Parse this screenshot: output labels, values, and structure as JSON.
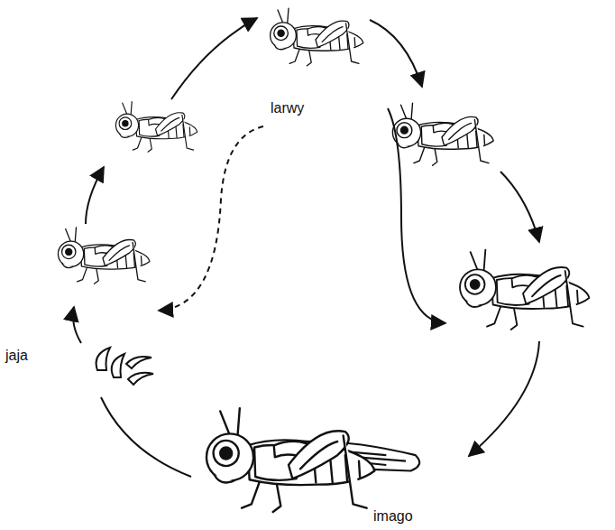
{
  "diagram": {
    "labels": [
      "larwy",
      "jaja",
      "imago"
    ]
  }
}
